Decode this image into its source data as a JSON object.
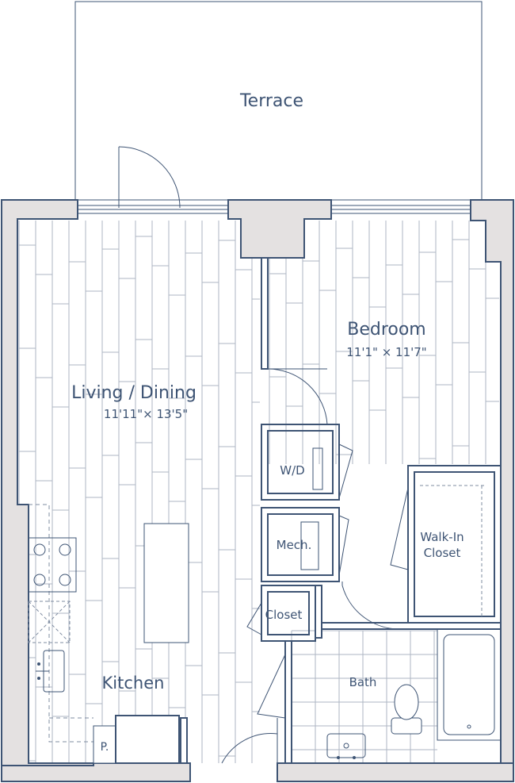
{
  "colors": {
    "wall_fill": "#e4e1e1",
    "wall_stroke": "#3e5474",
    "plank_stroke": "#aeb6c3",
    "fixture_stroke": "#3e5474",
    "dash_stroke": "#7f8ca1",
    "text": "#3e5474"
  },
  "rooms": {
    "terrace": {
      "name": "Terrace"
    },
    "living": {
      "name": "Living / Dining",
      "dims": "11'11\"× 13'5\""
    },
    "bedroom": {
      "name": "Bedroom",
      "dims": "11'1\" × 11'7\""
    },
    "washer_dryer": {
      "name": "W/D"
    },
    "mechanical": {
      "name": "Mech."
    },
    "walk_in_closet": {
      "name_line1": "Walk-In",
      "name_line2": "Closet"
    },
    "closet": {
      "name": "Closet"
    },
    "bath": {
      "name": "Bath"
    },
    "kitchen": {
      "name": "Kitchen"
    },
    "pantry": {
      "name": "P."
    }
  },
  "icons": {
    "door_swing": "door-swing-icon",
    "window": "window-icon",
    "cooktop": "cooktop-icon",
    "sink": "sink-icon",
    "toilet": "toilet-icon",
    "bathtub": "bathtub-icon",
    "refrigerator": "refrigerator-icon"
  }
}
